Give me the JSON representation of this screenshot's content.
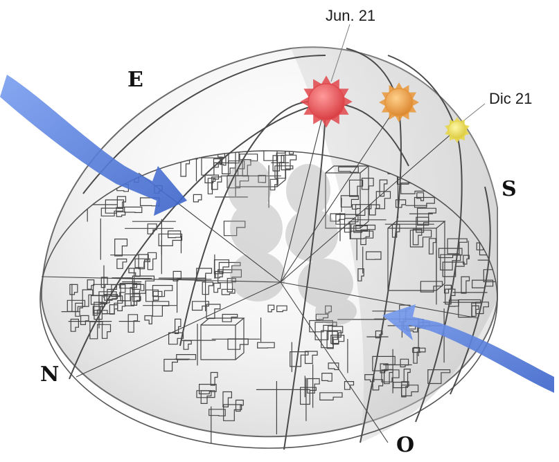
{
  "labels": {
    "june": "Jun. 21",
    "december": "Dic 21",
    "east": "E",
    "south": "S",
    "north": "N",
    "west": "O"
  },
  "icons": {
    "summer_sun": "sun-icon",
    "equinox_sun": "sun-icon",
    "winter_sun": "sun-icon",
    "wind_arrow": "arrow-icon"
  },
  "colors": {
    "summer_sun": "#e0474c",
    "equinox_sun": "#e8963a",
    "winter_sun": "#e6d64a",
    "wind_arrow": "#4a74d8",
    "dome_shade": "#d9d9d9",
    "line": "#3a3a3a"
  }
}
